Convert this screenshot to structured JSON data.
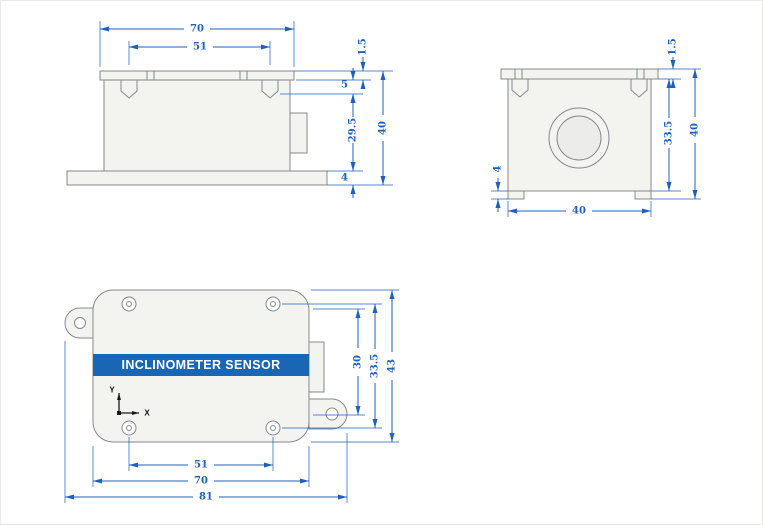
{
  "drawing": {
    "colors": {
      "dimension_blue": "#1f5fbf",
      "band_blue": "#1866b4",
      "part_outline": "#85888c",
      "part_fill": "#f3f3f0"
    },
    "front": {
      "dim_width_total": "70",
      "dim_mount_spacing": "51",
      "dim_lid_thickness": "1.5",
      "dim_boss_depth": "5",
      "dim_body_height": "29.5",
      "dim_total_height": "40",
      "dim_base_height": "4"
    },
    "side": {
      "dim_width": "40",
      "dim_lid_thickness": "1.5",
      "dim_body_height": "33.5",
      "dim_total_height": "40",
      "dim_base_height": "4"
    },
    "top": {
      "label": "INCLINOMETER SENSOR",
      "axis_x": "X",
      "axis_y": "Y",
      "dim_inner_height": "30",
      "dim_hole_spacing_v": "33.5",
      "dim_body_height": "43",
      "dim_hole_spacing_h": "51",
      "dim_body_width": "70",
      "dim_flange_width": "81"
    }
  }
}
